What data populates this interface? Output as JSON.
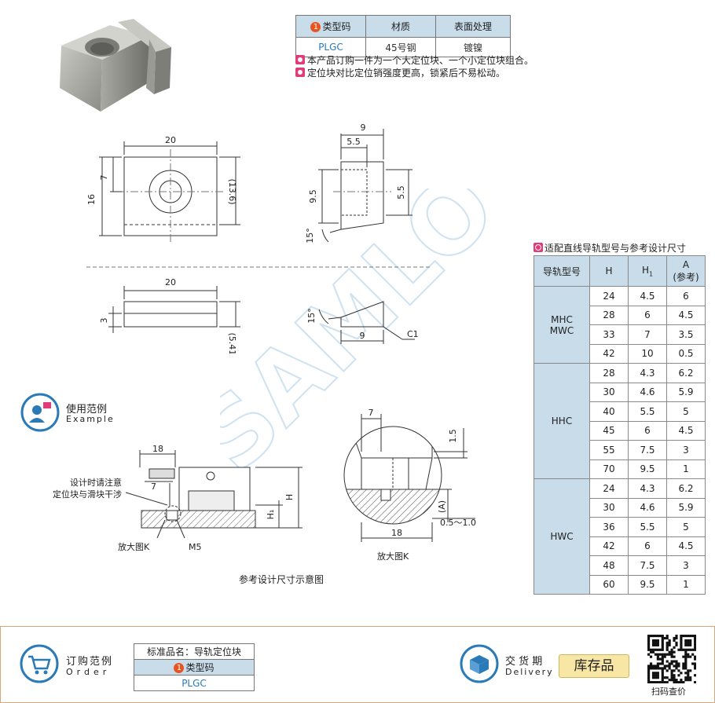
{
  "spec_table": {
    "headers": [
      "类型码",
      "材质",
      "表面处理"
    ],
    "header_badge": "1",
    "values": [
      "PLGC",
      "45号钢",
      "镀镍"
    ]
  },
  "notes": [
    "本产品订购一件为一个大定位块、一个小定位块组合。",
    "定位块对比定位销强度更高，锁紧后不易松动。"
  ],
  "dimensions": {
    "front_width": "20",
    "front_height": "16",
    "front_top": "7",
    "front_ref": "(13.6)",
    "side_width": "9",
    "side_inner": "5.5",
    "side_height": "9.5",
    "side_inner_h": "5.5",
    "angle": "15°",
    "bottom_width": "20",
    "bottom_thk": "3",
    "bottom_ref": "(5.41)",
    "small_angle": "15°",
    "small_width": "9",
    "chamfer": "C1"
  },
  "example": {
    "label_cn": "使用范例",
    "label_en": "Example",
    "dim_18": "18",
    "dim_7": "7",
    "dim_H": "H",
    "dim_H1": "H₁",
    "note1": "设计时请注意",
    "note2": "定位块与滑块干涉",
    "enlarge": "放大图K",
    "m5": "M5",
    "detail_7": "7",
    "detail_15": "1.5",
    "detail_A": "(A)",
    "detail_gap": "0.5～1.0",
    "detail_18": "18",
    "detail_enlarge": "放大图K",
    "caption": "参考设计尺寸示意图"
  },
  "watermark": "SAMLO",
  "rail_table": {
    "title": "适配直线导轨型号与参考设计尺寸",
    "headers": [
      "导轨型号",
      "H",
      "H₁",
      "A\n(参考)"
    ],
    "header_h1_base": "H",
    "header_h1_sub": "1",
    "header_a": "A",
    "header_a_sub": "(参考)",
    "groups": [
      {
        "name": "MHC\nMWC",
        "name1": "MHC",
        "name2": "MWC",
        "rows": [
          [
            "24",
            "4.5",
            "6"
          ],
          [
            "28",
            "6",
            "4.5"
          ],
          [
            "33",
            "7",
            "3.5"
          ],
          [
            "42",
            "10",
            "0.5"
          ]
        ]
      },
      {
        "name": "HHC",
        "name1": "HHC",
        "name2": "",
        "rows": [
          [
            "28",
            "4.3",
            "6.2"
          ],
          [
            "30",
            "4.6",
            "5.9"
          ],
          [
            "40",
            "5.5",
            "5"
          ],
          [
            "45",
            "6",
            "4.5"
          ],
          [
            "55",
            "7.5",
            "3"
          ],
          [
            "70",
            "9.5",
            "1"
          ]
        ]
      },
      {
        "name": "HWC",
        "name1": "HWC",
        "name2": "",
        "rows": [
          [
            "24",
            "4.3",
            "6.2"
          ],
          [
            "30",
            "4.6",
            "5.9"
          ],
          [
            "36",
            "5.5",
            "5"
          ],
          [
            "42",
            "6",
            "4.5"
          ],
          [
            "48",
            "7.5",
            "3"
          ],
          [
            "60",
            "9.5",
            "1"
          ]
        ]
      }
    ]
  },
  "order": {
    "label_cn": "订购范例",
    "label_en": "Order",
    "std_name": "标准品名：导轨定位块",
    "type_label": "类型码",
    "type_badge": "1",
    "type_value": "PLGC"
  },
  "delivery": {
    "label_cn": "交 货 期",
    "label_en": "Delivery",
    "stock": "库存品",
    "qr_label": "扫码查价"
  },
  "colors": {
    "accent": "#2a7ab8",
    "header_bg": "#c8dcea",
    "badge": "#e8531f",
    "pink": "#e23b7a"
  }
}
